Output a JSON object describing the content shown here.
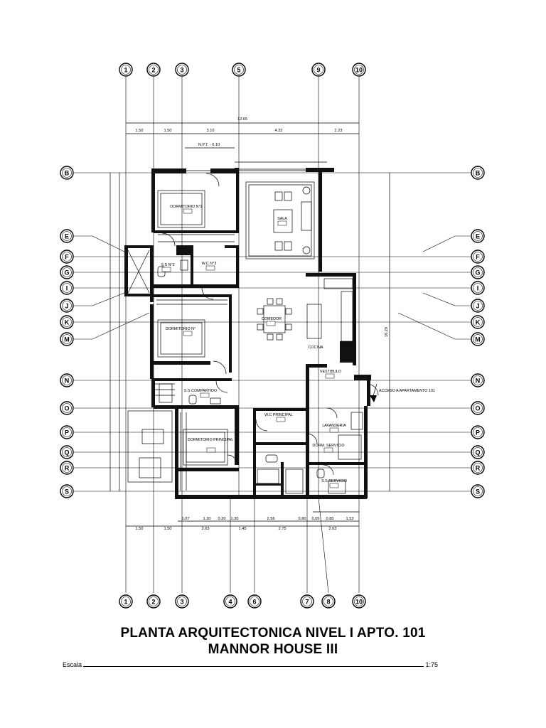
{
  "title": {
    "line1": "PLANTA ARQUITECTONICA NIVEL I APTO. 101",
    "line2": "MANNOR HOUSE III"
  },
  "scale": {
    "label": "Escala",
    "value": "1:75"
  },
  "axes": {
    "top": [
      "1",
      "2",
      "3",
      "5",
      "9",
      "10"
    ],
    "bottom": [
      "1",
      "2",
      "3",
      "4",
      "6",
      "7",
      "8",
      "10"
    ],
    "rows": [
      "B",
      "E",
      "F",
      "G",
      "I",
      "J",
      "K",
      "M",
      "N",
      "O",
      "P",
      "Q",
      "R",
      "S"
    ]
  },
  "dimensions": {
    "overall_top": "12.65",
    "top_row": [
      "1.50",
      "1.50",
      "3.10",
      "4.32",
      "2.23"
    ],
    "bottom_row_1": [
      "1.07",
      "1.30",
      "0.20",
      "1.30",
      "2.56",
      "0.80",
      "0.65",
      "0.80",
      "1.53"
    ],
    "bottom_row_2": [
      "1.50",
      "1.50",
      "2.63",
      "1.45",
      "2.75",
      "2.63"
    ],
    "right_overall": "16.20",
    "level_top": "N.P.T. - 0.10"
  },
  "rooms": {
    "dorm2": "DORMITORIO N°2",
    "ssn2": "S.S N°2",
    "wc3": "W.C N°3",
    "sala": "SALA",
    "comedor": "COMEDOR",
    "cocina": "COCINA",
    "dorm3": "DORMITORIO N°",
    "sscomp": "S.S COMPARTIDO",
    "vestibulo": "VESTIBULO",
    "acceso": "ACCESO A APARTAMENTO 101",
    "wcprincipal": "W.C PRINCIPAL",
    "dormprincipal": "DORMITORIO PRINCIPAL",
    "lavanderia": "LAVANDERIA",
    "dormservicio": "DORM. SERVICIO",
    "ssservicio": "S.S SERVICIO"
  }
}
